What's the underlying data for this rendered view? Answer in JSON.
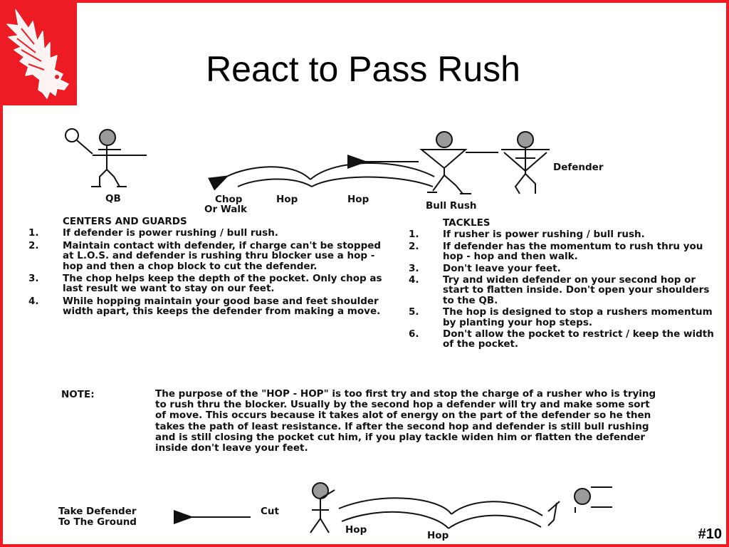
{
  "slide": {
    "title": "React to Pass Rush",
    "number": "#10",
    "colors": {
      "border": "#ed1c24",
      "logo_bg": "#ed1c24"
    },
    "logo_icon": "hawk-logo-icon"
  },
  "diagram_top": {
    "labels": {
      "qb": "QB",
      "chop": "Chop",
      "or_walk": "Or Walk",
      "hop1": "Hop",
      "hop2": "Hop",
      "bull_rush": "Bull Rush",
      "defender": "Defender"
    }
  },
  "centers_guards": {
    "heading": "CENTERS AND GUARDS",
    "items": [
      {
        "num": "1.",
        "text": "If defender is power rushing / bull rush."
      },
      {
        "num": "2.",
        "text": "Maintain contact with defender, if charge can't be stopped at L.O.S. and defender is rushing thru blocker use a hop - hop and then a chop block to cut the defender."
      },
      {
        "num": "3.",
        "text": "The chop helps keep the depth of the pocket. Only chop as last result we want to stay on our feet."
      },
      {
        "num": "4.",
        "text": "While hopping maintain your good base and feet shoulder width apart, this keeps the defender from making a move."
      }
    ]
  },
  "tackles": {
    "heading": "TACKLES",
    "items": [
      {
        "num": "1.",
        "text": "If rusher is power rushing / bull rush."
      },
      {
        "num": "2.",
        "text": "If defender has the momentum to rush thru you hop - hop and then walk."
      },
      {
        "num": "3.",
        "text": "Don't leave your feet."
      },
      {
        "num": "4.",
        "text": "Try and widen defender on your second hop or start to flatten inside. Don't open your shoulders to the QB."
      },
      {
        "num": "5.",
        "text": "The hop is designed to stop a rushers momentum by planting your hop steps."
      },
      {
        "num": "6.",
        "text": "Don't allow the pocket to restrict / keep the width of the pocket."
      }
    ]
  },
  "note": {
    "label": "NOTE:",
    "text": "The purpose of the \"HOP - HOP\" is too first try and stop the charge of a rusher who is trying to rush thru the blocker. Usually by the second hop a defender will try and make some sort of move. This occurs because it takes alot of energy on the part of the defender so he then takes the path of least resistance. If after the second hop and defender is still bull rushing and is still closing the pocket cut him, if you play tackle widen him or flatten the defender inside don't leave your feet."
  },
  "diagram_bottom": {
    "labels": {
      "take_defender": "Take Defender",
      "to_the_ground": "To The Ground",
      "cut": "Cut",
      "hop1": "Hop",
      "hop2": "Hop"
    }
  }
}
